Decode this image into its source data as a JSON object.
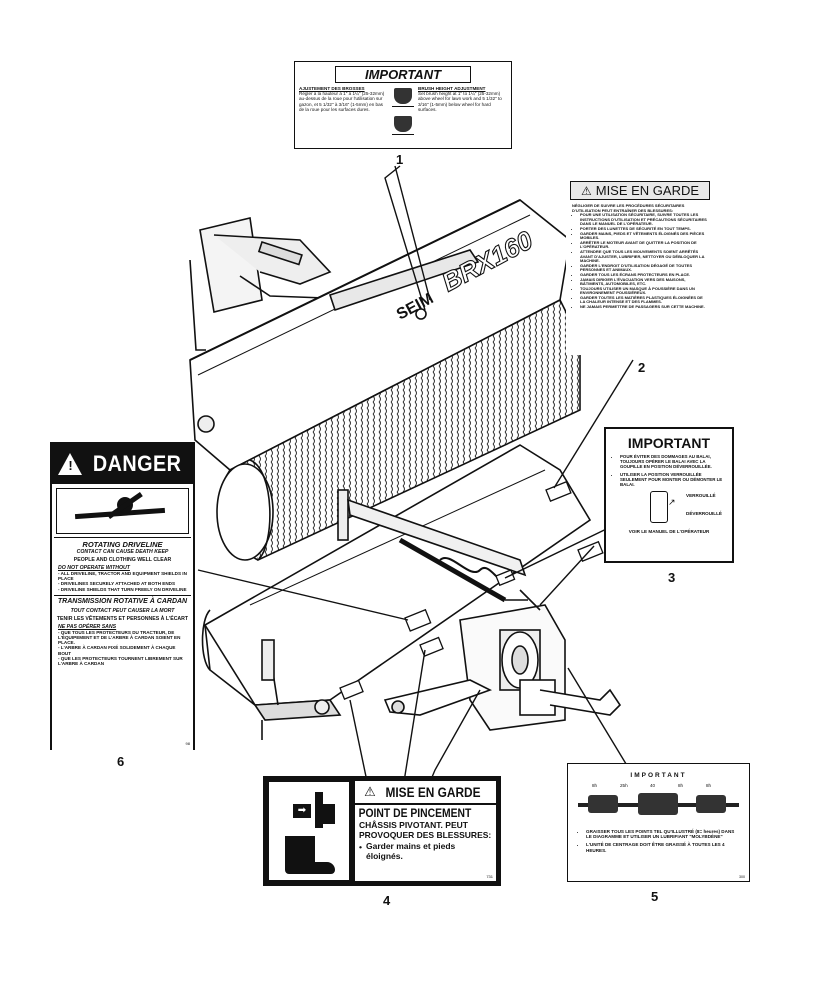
{
  "callouts": [
    "1",
    "2",
    "3",
    "4",
    "5",
    "6"
  ],
  "decal1": {
    "title": "IMPORTANT",
    "left_head": "AJUSTEMENT DES BROSSES",
    "left_text": "Régler à la hauteur à 1\" à 1¼\" (25-32mm) au-dessus de la roue pour l'utilisation sur gazon, et 5 1/32\" à 3/16\" (1-5mm) en bas de la roue pour les surfaces dures.",
    "right_head": "BRUSH HEIGHT ADJUSTMENT",
    "right_text": "Set brush height at 1\" to 1¼\" (25-32mm) above wheel for lawn work and 5 1/32\" to 3/16\" (1-5mm) below wheel for hard surfaces."
  },
  "decal2": {
    "title": "MISE EN GARDE",
    "lines": [
      "NÉGLIGER DE SUIVRE LES PROCÉDURES SÉCURITAIRES D'UTILISATION PEUT ENTRAÎNER DES BLESSURES:",
      "POUR UNE UTILISATION SÉCURITAIRE, SUIVRE TOUTES LES INSTRUCTIONS D'UTILISATION ET PRÉCAUTIONS SÉCURITAIRES DANS LE MANUEL DE L'OPÉRATEUR.",
      "PORTER DES LUNETTES DE SÉCURITÉ EN TOUT TEMPS.",
      "GARDER MAINS, PIEDS ET VÊTEMENTS ÉLOIGNÉS DES PIÈCES MOBILES.",
      "ARRÊTER LE MOTEUR AVANT DE QUITTER LA POSITION DE L'OPÉRATEUR.",
      "ATTENDRE QUE TOUS LES MOUVEMENTS SOIENT ARRÊTÉS AVANT D'AJUSTER, LUBRIFIER, NETTOYER OU DÉBLOQUER LA MACHINE.",
      "GARDER L'ENDROIT D'UTILISATION DÉGAGÉ DE TOUTES PERSONNES ET ANIMAUX.",
      "GARDER TOUS LES ÉCRANS PROTECTEURS EN PLACE.",
      "JAMAIS DIRIGER L'ÉVACUATION VERS DES MAISONS, BÂTIMENTS, AUTOMOBILES, ETC.",
      "TOUJOURS UTILISER UN MASQUE À POUSSIÈRE DANS UN ENVIRONNEMENT POUSSIÉREUX.",
      "GARDER TOUTES LES MATIÈRES PLASTIQUES ÉLOIGNÉES DE LA CHALEUR INTENSE ET DES FLAMMES.",
      "NE JAMAIS PERMETTRE DE PASSAGERS SUR CETTE MACHINE."
    ]
  },
  "decal3": {
    "title": "IMPORTANT",
    "bullets": [
      "POUR ÉVITER DES DOMMAGES AU BALAI, TOUJOURS OPÉRER LE BALAI AVEC LA GOUPILLE EN POSITION DÉVERROUILLÉE.",
      "UTILISER LA POSITION VERROUILLÉE SEULEMENT POUR MONTER OU DÉMONTER LE BALAI."
    ],
    "locked": "VERROUILLÉ",
    "unlocked": "DÉVERROUILLÉ",
    "footer": "VOIR LE MANUEL DE L'OPÉRATEUR"
  },
  "decal4": {
    "title": "MISE EN GARDE",
    "headline": "POINT DE PINCEMENT",
    "sub": "CHÂSSIS PIVOTANT. PEUT PROVOQUER DES BLESSURES:",
    "bullet": "Garder mains et pieds éloignés.",
    "code": "731"
  },
  "decal5": {
    "title": "IMPORTANT",
    "intervals": [
      "8h",
      "25h",
      "40",
      "8h",
      "8h"
    ],
    "bullets": [
      "GRAISSER TOUS LES POINTS TEL QU'ILLUSTRÉ (8= heures) DANS LE DIAGRAMME ET UTILISER UN LUBRIFIANT \"MOLYBDÈNE\"",
      "L'UNITÉ DE CENTRAGE DOIT ÊTRE GRAISSÉ À TOUTES LES 4 HEURES."
    ],
    "code": "300"
  },
  "decal6": {
    "title": "DANGER",
    "en_head": "ROTATING DRIVELINE",
    "en_warn": "CONTACT CAN CAUSE DEATH KEEP",
    "en_keep": "PEOPLE AND CLOTHING WELL CLEAR",
    "en_donot": "DO NOT OPERATE WITHOUT",
    "en_items": [
      "- ALL DRIVELINE, TRACTOR AND EQUIPMENT SHIELDS IN PLACE",
      "- DRIVELINES SECURELY ATTACHED AT BOTH ENDS",
      "- DRIVELINE SHIELDS THAT TURN FREELY ON DRIVELINE"
    ],
    "fr_head": "TRANSMISSION ROTATIVE À CARDAN",
    "fr_warn": "TOUT CONTACT PEUT CAUSER LA MORT",
    "fr_keep": "TENIR LES VÊTEMENTS ET PERSONNES À L'ÉCART",
    "fr_donot": "NE PAS OPÉRER SANS",
    "fr_items": [
      "- QUE TOUS LES PROTECTEURS DU TRACTEUR, DE L'ÉQUIPEMENT ET DE L'ARBRE À CARDAN SOIENT EN PLACE.",
      "- L'ARBRE À CARDAN FIXÉ SOLIDEMENT À CHAQUE BOUT",
      "- QUE LES PROTECTEURS TOURNENT LIBREMENT SUR L'ARBRE À CARDAN"
    ],
    "code": "98"
  },
  "machine": {
    "brand": "SEIM",
    "model": "BRX160"
  },
  "colors": {
    "ink": "#111111",
    "paper": "#ffffff",
    "shade": "#555555"
  }
}
